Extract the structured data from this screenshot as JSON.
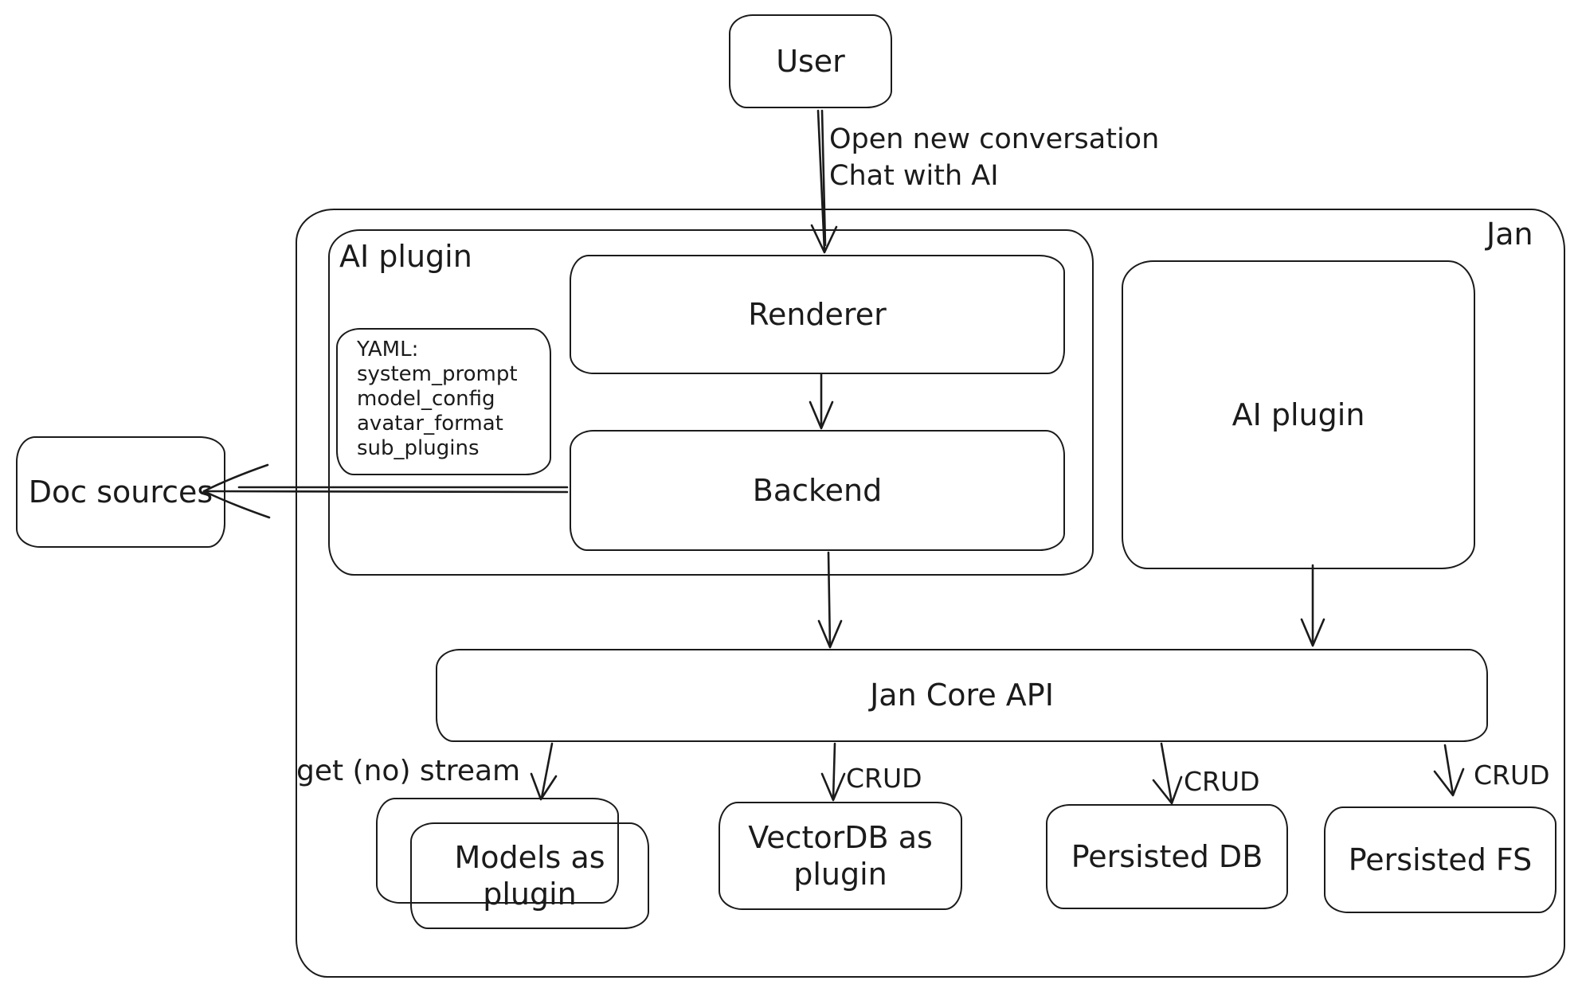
{
  "nodes": {
    "user": {
      "label": "User"
    },
    "jan_container": {
      "label": "Jan"
    },
    "ai_plugin_container": {
      "label": "AI plugin"
    },
    "yaml_note": {
      "lines": [
        "YAML:",
        "system_prompt",
        "model_config",
        "avatar_format",
        "sub_plugins"
      ]
    },
    "renderer": {
      "label": "Renderer"
    },
    "backend": {
      "label": "Backend"
    },
    "doc_sources": {
      "label": "Doc sources"
    },
    "ai_plugin_right": {
      "label": "AI plugin"
    },
    "jan_core_api": {
      "label": "Jan Core API"
    },
    "models_as_plugin": {
      "label": "Models as plugin"
    },
    "vectordb_as_plugin": {
      "label": "VectorDB as plugin"
    },
    "persisted_db": {
      "label": "Persisted DB"
    },
    "persisted_fs": {
      "label": "Persisted FS"
    }
  },
  "edges": {
    "user_to_renderer": {
      "lines": [
        "Open new conversation",
        "Chat with AI"
      ]
    },
    "core_to_models": {
      "label": "get (no) stream"
    },
    "core_to_vectordb": {
      "label": "CRUD"
    },
    "core_to_persisted_db": {
      "label": "CRUD"
    },
    "core_to_persisted_fs": {
      "label": "CRUD"
    }
  },
  "colors": {
    "stroke": "#1b1b1b",
    "background": "#ffffff"
  }
}
